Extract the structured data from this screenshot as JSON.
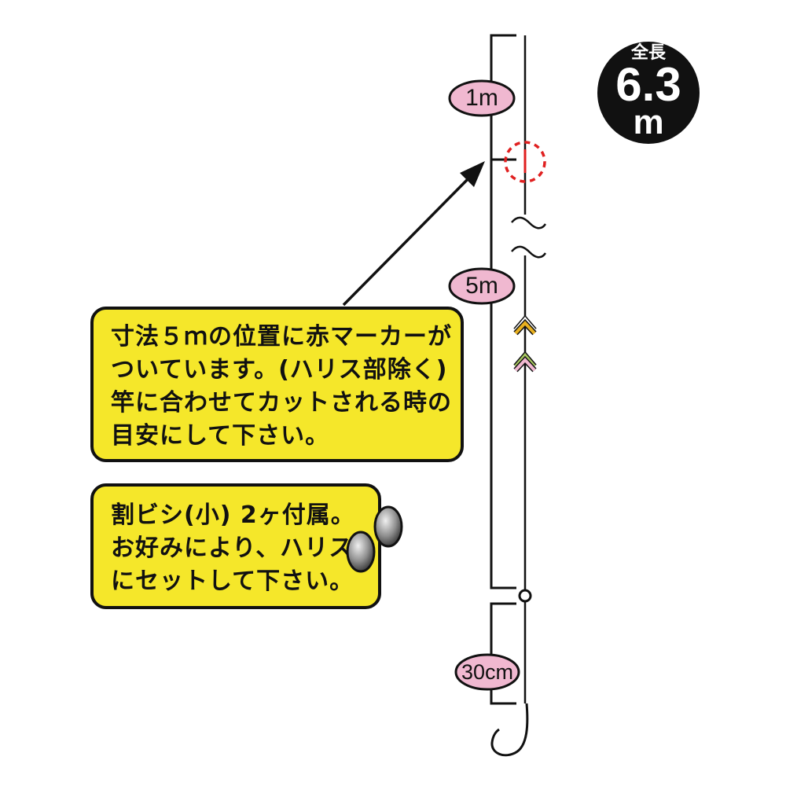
{
  "badge": {
    "label": "全長",
    "value": "6.3",
    "unit": "m"
  },
  "markers": {
    "m1": "1m",
    "m5": "5m",
    "cm30": "30cm"
  },
  "note1": {
    "lines": [
      "寸法５ｍの位置に赤マーカーが",
      "ついています。(ハリス部除く)",
      "竿に合わせてカットされる時の",
      "目安にして下さい。"
    ]
  },
  "note2": {
    "lines": [
      "割ビシ(小) 2ヶ付属。",
      "お好みにより、ハリス",
      "にセットして下さい。"
    ]
  },
  "colors": {
    "note_bg": "#f5e72a",
    "label_bg": "#f0b8d0",
    "marker": "#e02020"
  }
}
